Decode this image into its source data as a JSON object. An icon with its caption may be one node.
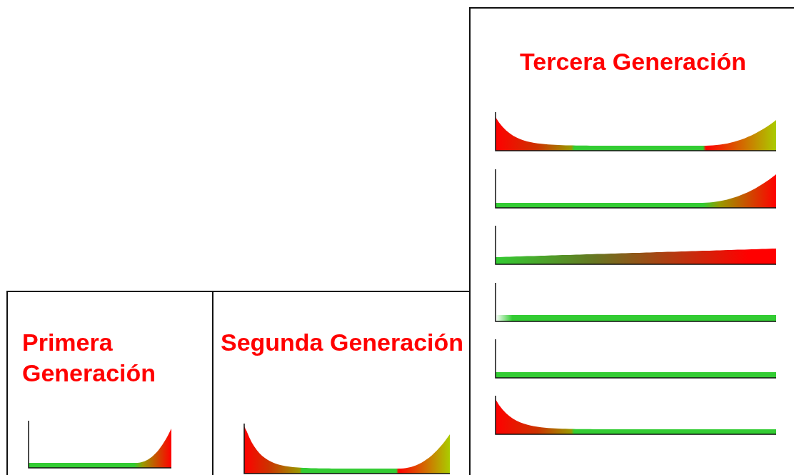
{
  "diagram": {
    "nodes": [
      {
        "text": [
          "Primera Generación"
        ]
      },
      {
        "text": [
          "Segunda Generación"
        ]
      },
      {
        "text": [
          "Tercera Generación"
        ]
      }
    ]
  }
}
